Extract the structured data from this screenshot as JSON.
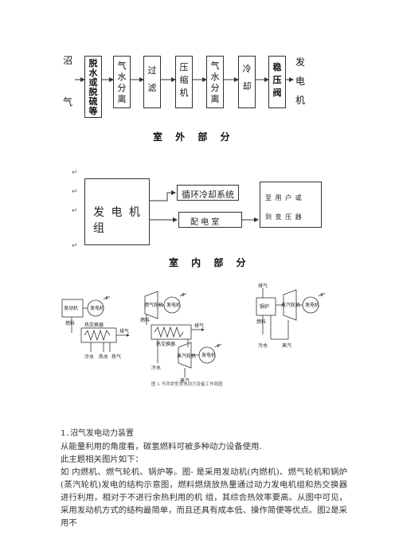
{
  "outdoor": {
    "left_label": [
      "沼",
      "气"
    ],
    "boxes": [
      {
        "chars": [
          "脱",
          "水",
          "或",
          "脱",
          "硫",
          "等"
        ]
      },
      {
        "chars": [
          "气",
          "水",
          "分",
          "离"
        ]
      },
      {
        "chars": [
          "过",
          "滤"
        ]
      },
      {
        "chars": [
          "压",
          "缩",
          "机"
        ]
      },
      {
        "chars": [
          "气",
          "水",
          "分",
          "离"
        ]
      },
      {
        "chars": [
          "冷",
          "却"
        ]
      },
      {
        "chars": [
          "稳",
          "压",
          "阀"
        ]
      }
    ],
    "right_label": [
      "发",
      "电",
      "机"
    ],
    "caption": "室 外 部 分"
  },
  "indoor": {
    "generator_set": "发 电 机 组",
    "cooling": "循环冷却系统",
    "distribution": "配  电  室",
    "users": "至 用 户 或",
    "transformer": "到 变 压 器",
    "caption": "室 内 部 分"
  },
  "figure": {
    "caption": "图 1    不同类型发电动力设备工作简图",
    "panel_a": {
      "engine": "发动机",
      "generator": "发电机",
      "fuel": "燃料",
      "heat_exchanger": "热交换器",
      "exhaust": "排气",
      "cold_water": "冷水",
      "hot_water": "热水",
      "heat_gas": "热气"
    },
    "panel_b": {
      "gas_turbine": "燃气轮机",
      "generator": "发电机",
      "fuel": "燃料",
      "exhaust": "排气",
      "heat_exchanger": "热交换器",
      "steam_turbine": "蒸汽轮机",
      "generator2": "发电机",
      "cold_water": "冷水",
      "steam": "蒸汽"
    },
    "panel_c": {
      "exhaust": "排气",
      "boiler": "锅炉",
      "steam_turbine": "蒸汽轮机",
      "generator": "发电机",
      "fuel": "燃料",
      "cold_water": "冷水",
      "steam": "蒸汽"
    }
  },
  "text": {
    "heading": "1.沼气发电动力装置",
    "line1": "从能量利用的角度看，碳氢燃料可被多种动力设备使用.",
    "line2": "此主题相关图片如下：",
    "line3": "如  内燃机、燃气轮机、锅炉等。图-  是采用发动机(内燃机)、燃气轮机和锅炉(蒸汽轮机)发电的结构示意图，燃料燃烧放热量通过动力发电机组和热交换器进行利用，相对于不进行余热利用的机  组，其综合热效率要高。从图中可见，采用发动机方式的结构最简单，而且还具有成本低、操作简便等优点。图2是采用不"
  },
  "colors": {
    "line": "#333333",
    "text": "#222222",
    "mark": "#777777"
  }
}
